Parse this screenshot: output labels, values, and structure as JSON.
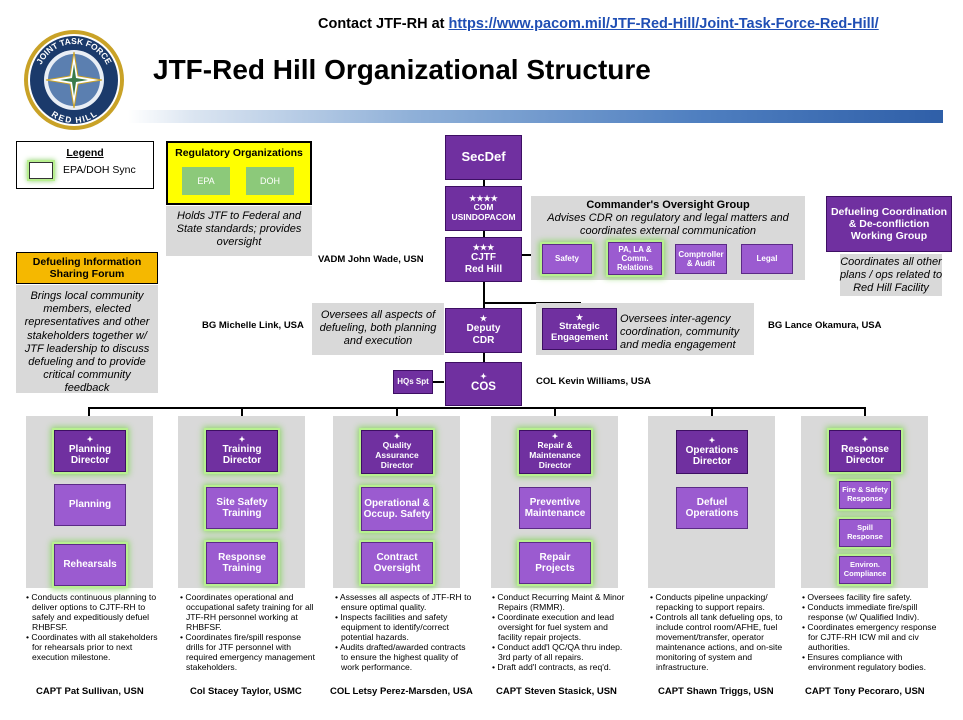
{
  "header": {
    "contact_label": "Contact JTF-RH at ",
    "contact_url": "https://www.pacom.mil/JTF-Red-Hill/Joint-Task-Force-Red-Hill/",
    "title": "JTF-Red Hill Organizational Structure",
    "seal_top": "JOINT TASK FORCE",
    "seal_bottom": "RED HILL"
  },
  "legend": {
    "title": "Legend",
    "item": "EPA/DOH Sync"
  },
  "regulatory": {
    "title": "Regulatory Organizations",
    "orgs": [
      "EPA",
      "DOH"
    ],
    "desc": "Holds JTF to Federal and State standards; provides oversight"
  },
  "forum": {
    "title": "Defueling Information Sharing Forum",
    "desc": "Brings local community members, elected representatives and other stakeholders together w/ JTF leadership to discuss defueling and to provide critical community feedback"
  },
  "chain": {
    "secdef": "SecDef",
    "com_line1": "COM",
    "com_line2": "USINDOPACOM",
    "cjtf_line1": "CJTF",
    "cjtf_line2": "Red Hill",
    "cjtf_name": "VADM John Wade, USN",
    "deputy_line1": "Deputy",
    "deputy_line2": "CDR",
    "deputy_name": "BG Michelle Link, USA",
    "deputy_desc": "Oversees all aspects of defueling, both planning and execution",
    "strategic_line1": "Strategic",
    "strategic_line2": "Engagement",
    "strategic_desc": "Oversees inter-agency coordination, community and media engagement",
    "strategic_name": "BG Lance Okamura, USA",
    "cos": "COS",
    "cos_name": "COL Kevin Williams, USA",
    "hqs": "HQs Spt"
  },
  "oversight": {
    "title": "Commander's Oversight Group",
    "desc": "Advises CDR on regulatory and legal matters and coordinates external communication",
    "members": [
      "Safety",
      "PA, LA & Comm. Relations",
      "Comptroller & Audit",
      "Legal"
    ]
  },
  "defuel_wg": {
    "title": "Defueling Coordination & De-confliction Working Group",
    "desc": "Coordinates all other plans / ops related to Red Hill Facility"
  },
  "directorates": [
    {
      "head": "Planning Director",
      "units": [
        "Planning",
        "Rehearsals"
      ],
      "bullets": [
        "Conducts continuous planning to deliver options to CJTF-RH to safely and expeditiously defuel RHBFSF.",
        "Coordinates with all stakeholders for rehearsals prior to next execution milestone."
      ],
      "leader": "CAPT Pat Sullivan, USN"
    },
    {
      "head": "Training Director",
      "units": [
        "Site Safety Training",
        "Response Training"
      ],
      "bullets": [
        "Coordinates operational and occupational safety training for all JTF-RH personnel working at RHBFSF.",
        "Coordinates fire/spill response drills for JTF personnel with required emergency management stakeholders."
      ],
      "leader": "Col Stacey Taylor, USMC"
    },
    {
      "head": "Quality Assurance Director",
      "units": [
        "Operational & Occup. Safety",
        "Contract Oversight"
      ],
      "bullets": [
        "Assesses all aspects of JTF-RH to ensure optimal quality.",
        "Inspects facilities and safety equipment to identify/correct potential hazards.",
        "Audits drafted/awarded contracts to ensure the highest quality of work performance."
      ],
      "leader": "COL Letsy Perez-Marsden, USA"
    },
    {
      "head": "Repair & Maintenance Director",
      "units": [
        "Preventive Maintenance",
        "Repair Projects"
      ],
      "bullets": [
        "Conduct Recurring Maint & Minor Repairs (RMMR).",
        "Coordinate execution and lead oversight for fuel system and facility repair projects.",
        "Conduct add'l QC/QA thru indep. 3rd party of all repairs.",
        "Draft add'l contracts, as req'd."
      ],
      "leader": "CAPT Steven Stasick, USN"
    },
    {
      "head": "Operations Director",
      "units": [
        "Defuel Operations"
      ],
      "bullets": [
        "Conducts pipeline unpacking/ repacking to support repairs.",
        "Controls all tank defueling ops, to include control room/AFHE, fuel movement/transfer, operator maintenance actions, and on-site monitoring of system and infrastructure."
      ],
      "leader": "CAPT Shawn Triggs, USN"
    },
    {
      "head": "Response Director",
      "units": [
        "Fire & Safety Response",
        "Spill Response",
        "Environ. Compliance"
      ],
      "bullets": [
        "Oversees facility fire safety.",
        "Conducts immediate fire/spill response (w/ Qualified Indiv).",
        "Coordinates emergency response for CJTF-RH ICW mil and civ authorities.",
        "Ensures compliance with environment regulatory bodies."
      ],
      "leader": "CAPT Tony Pecoraro, USN"
    }
  ],
  "colors": {
    "purple": "#7030a0",
    "light_purple": "#9b5bd0",
    "gray": "#d9d9d9",
    "yellow": "#ffff00",
    "orange": "#f5b800",
    "green_box": "#8cc97a",
    "glow": "#8fd46a"
  }
}
